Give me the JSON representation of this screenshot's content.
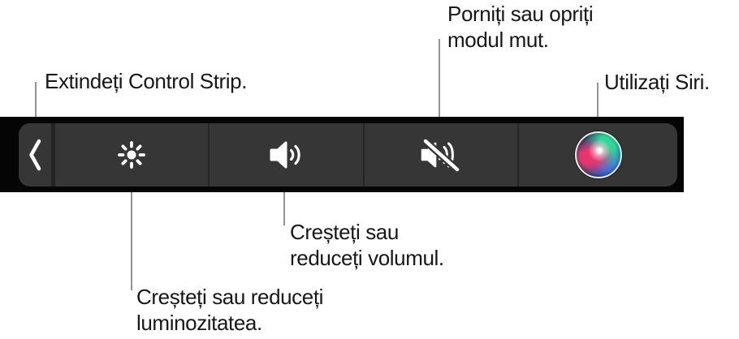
{
  "page": {
    "background": "#ffffff"
  },
  "control_strip": {
    "kind": "Touch Bar Control Strip (collapsed)",
    "strip_bg": "#050505",
    "button_bg": "#363636",
    "separator_color": "#262626",
    "icon_color": "#ffffff",
    "buttons": [
      {
        "id": "expand",
        "icon": "chevron-left-icon"
      },
      {
        "id": "brightness",
        "icon": "brightness-icon"
      },
      {
        "id": "volume",
        "icon": "volume-up-icon"
      },
      {
        "id": "mute",
        "icon": "mute-icon"
      },
      {
        "id": "siri",
        "icon": "siri-icon"
      }
    ],
    "siri_colors": {
      "ring": "#e8ecee",
      "red": "#e5366e",
      "green": "#30d79a",
      "blue": "#3f6fe0",
      "navy": "#121f44"
    }
  },
  "callouts": {
    "line_color": "#939393",
    "text_color": "#17171a",
    "expand": {
      "lines": [
        "Extindeți Control Strip."
      ]
    },
    "mute": {
      "lines": [
        "Porniți sau opriți",
        "modul mut."
      ]
    },
    "siri": {
      "lines": [
        "Utilizați Siri."
      ]
    },
    "volume": {
      "lines": [
        "Creșteți sau",
        "reduceți volumul."
      ]
    },
    "brightness": {
      "lines": [
        "Creșteți sau reduceți",
        "luminozitatea."
      ]
    }
  }
}
